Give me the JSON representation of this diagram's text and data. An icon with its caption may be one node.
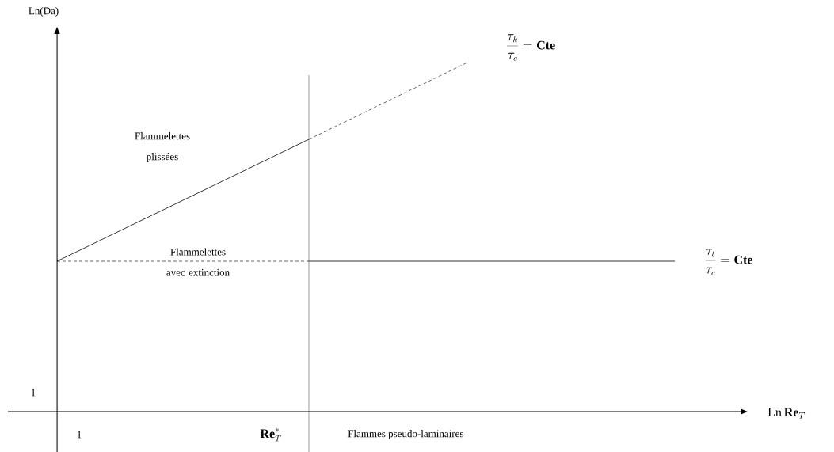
{
  "diagram": {
    "labels": [
      "Ln(Da)",
      "\\frac{\\tau_k}{\\tau_c} = \\mathbf{Cte}",
      "Flammelettes plissées",
      "Flammelettes avec extinction",
      "\\frac{\\tau_t}{\\tau_c} = \\mathbf{Cte}",
      "1",
      "\\mathrm{Ln}\\,\\mathbf{Re}_T",
      "1",
      "\\mathbf{Re}_T^{*}",
      "Flammes pseudo-laminaires"
    ]
  }
}
